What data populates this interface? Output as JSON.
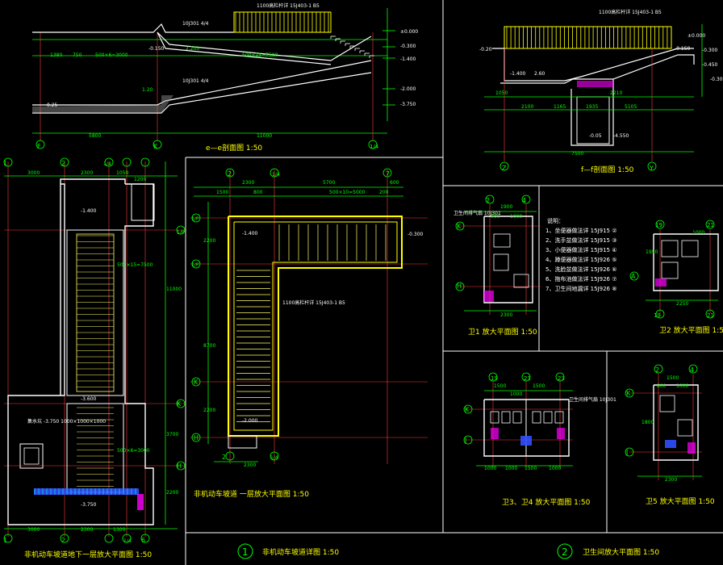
{
  "colors": {
    "background": "#000000",
    "frame": "#ffffff",
    "wall": "#ffffff",
    "dim": "#00ff00",
    "axis": "#ff3b3b",
    "railing": "#ffff00",
    "stair": "#ffff66",
    "hatch": "#9a9a9a",
    "title": "#ffff00",
    "text": "#ffffff",
    "cyan": "#00ffff",
    "magenta": "#ff00ff",
    "blue": "#3050ff"
  },
  "titles": {
    "section_e": "e—e剖面图 1:50",
    "section_f": "f—f剖面图 1:50",
    "basement_plan": "非机动车坡道地下一层放大平面图 1:50",
    "ground_plan": "非机动车坡道 一层放大平面图 1:50",
    "detail_1_title": "非机动车坡道详图 1:50",
    "detail_2_title": "卫生间放大平面图 1:50",
    "wc1": "卫1 放大平面图 1:50",
    "wc2": "卫2 放大平面图 1:50",
    "wc34": "卫3、卫4 放大平面图 1:50",
    "wc5": "卫5 放大平面图 1:50"
  },
  "circle_numbers": [
    "1",
    "2"
  ],
  "section_e": {
    "axes": [
      "F",
      "K",
      "1/4"
    ],
    "levels": [
      "±0.000",
      "-0.300",
      "-1.400",
      "-2.000",
      "-3.750",
      "-0.150"
    ],
    "dims": [
      "1380",
      "750",
      "500×6=3000",
      "2,200",
      "500×15=7500",
      "5800",
      "11000",
      "1.20",
      "0.25"
    ],
    "railing_note": "1100高栏杆详 15J403-1 B5",
    "wall_note_1": "10J301 4/4",
    "wall_note_2": "10J301 4/4"
  },
  "section_f": {
    "axes": [
      "Z",
      "Y"
    ],
    "levels": [
      "±0.000",
      "-0.300",
      "-1.400",
      "-0.150",
      "-0.450",
      "-4.550",
      "-0.20",
      "-0.30",
      "2.60",
      "-0.05"
    ],
    "dims": [
      "1050",
      "2100",
      "1165",
      "1935",
      "7500",
      "2210",
      "5105"
    ],
    "railing_note": "1100高栏杆详 15J403-1 B5"
  },
  "basement_plan": {
    "axes_top": [
      "1",
      "2",
      "1/4"
    ],
    "axes_side": [
      "1/P",
      "K",
      "H"
    ],
    "axes_bottom": [
      "1",
      "2",
      "1/4",
      "6"
    ],
    "dims_top": [
      "3000",
      "2300",
      "1050",
      "1200"
    ],
    "dims_bottom": [
      "3000",
      "2300",
      "1300"
    ],
    "dims_right": [
      "11000",
      "3700",
      "2200"
    ],
    "levels": [
      "-1.400",
      "-3.600",
      "-3.750"
    ],
    "stair_dims": [
      "500×15=7500",
      "500×6=3000"
    ],
    "note": "集水坑 -3.750 1000×1000×1000"
  },
  "ground_plan": {
    "axes_top": [
      "2",
      "1/4",
      "7"
    ],
    "axes_side": [
      "1/P",
      "1/P",
      "K",
      "H"
    ],
    "axes_bottom": [
      "2",
      "1/4"
    ],
    "dims_top": [
      "2300",
      "5700",
      "600",
      "1500",
      "800",
      "500×10=5000",
      "200"
    ],
    "dims_left": [
      "2200",
      "8700",
      "2200"
    ],
    "levels": [
      "-1.400",
      "-0.300",
      "-2.000"
    ],
    "dims_bottom": [
      "2300"
    ],
    "railing_note": "1100高栏杆详 15J403-1 B5"
  },
  "wc1": {
    "axes": [
      "2",
      "4",
      "K",
      "H"
    ],
    "dims": [
      "1900",
      "900",
      "1000",
      "2300"
    ],
    "note": "卫生间排气扇 10J301"
  },
  "legend": {
    "title": "说明：",
    "items": [
      "1、坐便器做法详 15J915 ②",
      "2、洗手盆做法详 15J915 ③",
      "3、小便器做法详 15J915 ④",
      "4、蹲便器做法详 15J926 ⑤",
      "5、洗脸盆做法详 15J926 ⑥",
      "6、拖布池做法详 15J926 ⑦",
      "7、卫生间地漏详 15J926 ⑧"
    ]
  },
  "wc2": {
    "axes": [
      "19",
      "21",
      "A",
      "19",
      "21"
    ],
    "dims": [
      "1950",
      "2250",
      "1000"
    ]
  },
  "wc34": {
    "axes": [
      "19",
      "21",
      "23",
      "K",
      "J"
    ],
    "dims": [
      "1500",
      "1000",
      "1500",
      "1000",
      "1000",
      "1500",
      "1000"
    ],
    "note": "卫生间排气扇 10J301"
  },
  "wc5": {
    "axes": [
      "2",
      "4",
      "K",
      "J"
    ],
    "dims": [
      "1500",
      "800",
      "1000",
      "1800",
      "2300"
    ]
  }
}
